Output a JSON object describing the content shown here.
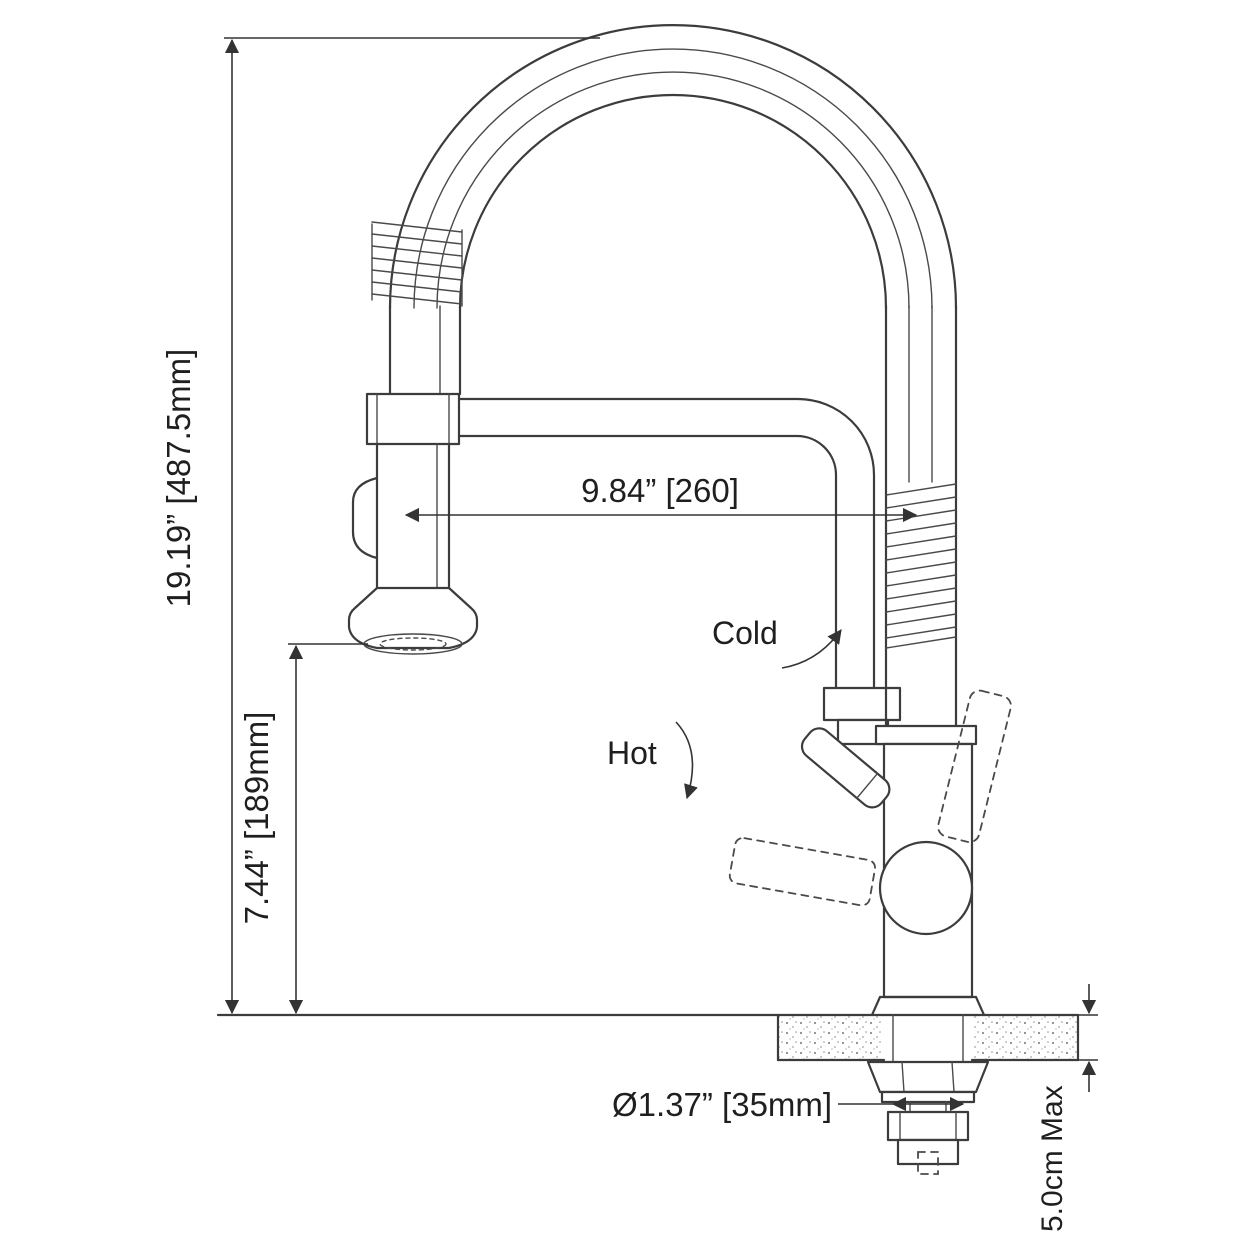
{
  "drawing": {
    "labels": {
      "overall_height": "19.19” [487.5mm]",
      "outlet_height": "7.44” [189mm]",
      "reach": "9.84” [260]",
      "cold": "Cold",
      "hot": "Hot",
      "hole_diameter": "Ø1.37” [35mm]",
      "counter_max": "5.0cm Max"
    }
  }
}
